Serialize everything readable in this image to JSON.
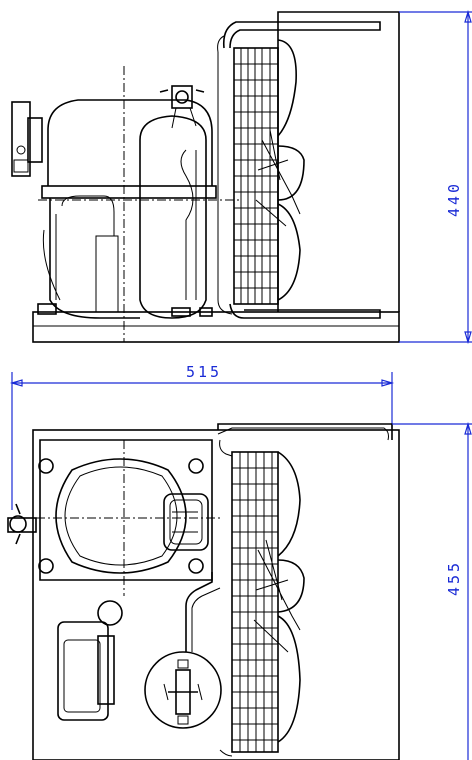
{
  "dimensions": {
    "height_side_view": "440",
    "width_top_view": "515",
    "depth_top_view": "455"
  },
  "colors": {
    "dimension": "#1a2bd6",
    "lines": "#000000",
    "background": "#ffffff"
  }
}
